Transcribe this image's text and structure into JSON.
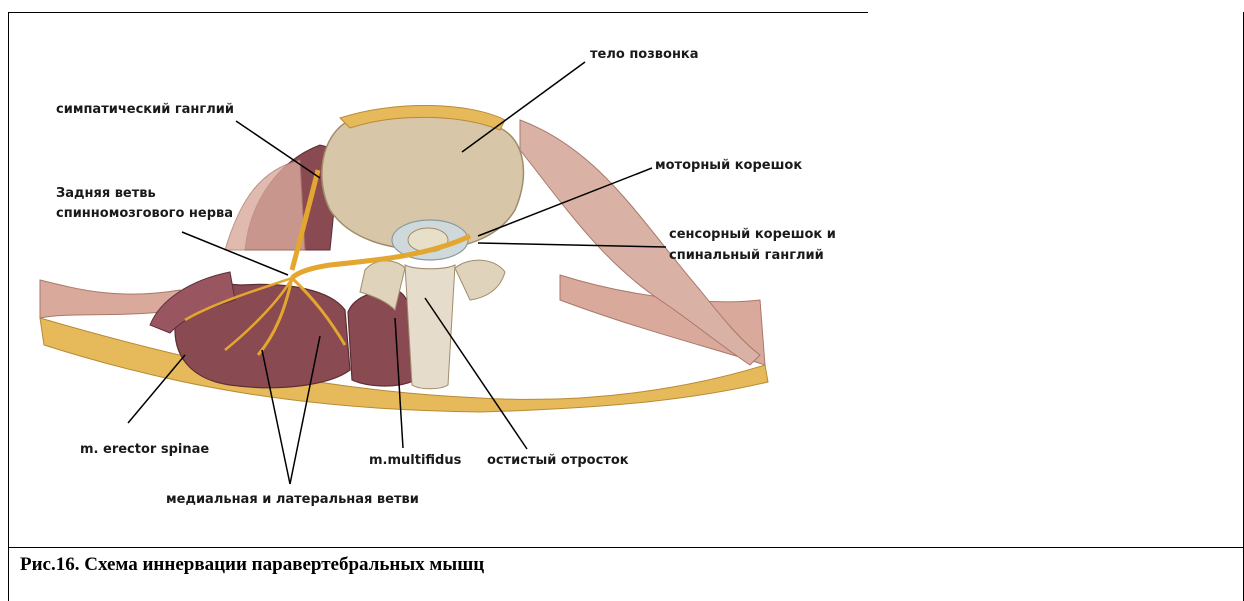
{
  "labels": {
    "vertebral_body": "тело позвонка",
    "sympathetic_ganglion": "симпатический ганглий",
    "posterior_branch_line1": "Задняя ветвь",
    "posterior_branch_line2": "спинномозгового нерва",
    "motor_root": "моторный корешок",
    "sensory_root_line1": "сенсорный корешок и",
    "sensory_root_line2": "спинальный ганглий",
    "erector_spinae": "m. erector spinae",
    "multifidus": "m.multifidus",
    "spinous_process": "остистый отросток",
    "medial_lateral_branches": "медиальная и латеральная ветви"
  },
  "caption": "Рис.16. Схема иннервации паравертебральных мышц",
  "colors": {
    "bone": "#d8c6a8",
    "muscle": "#8a4a52",
    "fat": "#e6b95a",
    "skin": "#d9a99c",
    "nerve": "#e3a62f",
    "fascia": "#c9a59a"
  }
}
